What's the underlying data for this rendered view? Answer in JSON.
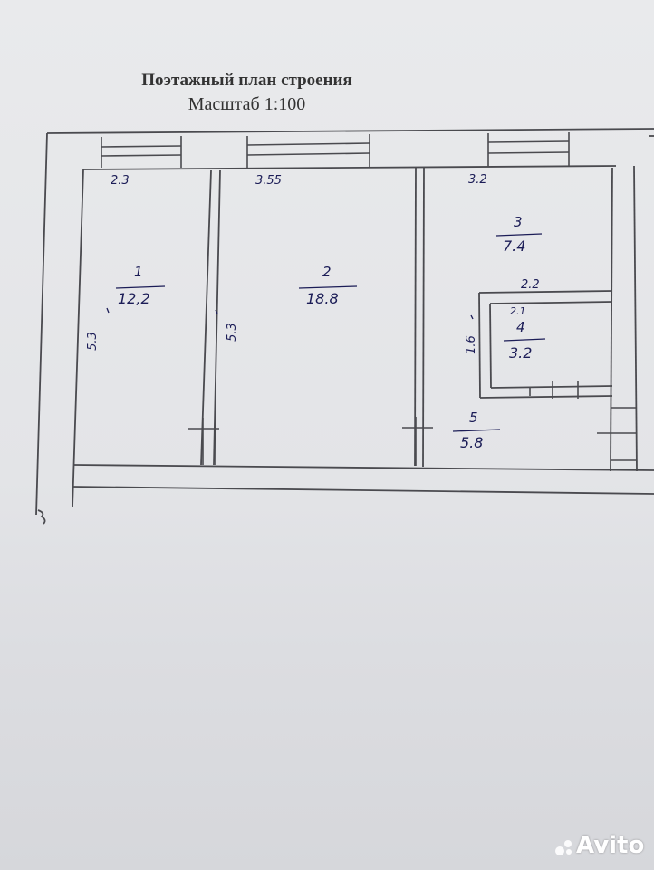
{
  "title": "Поэтажный план строения",
  "scale": "Масштаб 1:100",
  "rooms": [
    {
      "id": "1",
      "area": "12,2"
    },
    {
      "id": "2",
      "area": "18.8"
    },
    {
      "id": "3",
      "area": "7.4"
    },
    {
      "id": "4",
      "area": "3.2"
    },
    {
      "id": "5",
      "area": "5.8"
    }
  ],
  "dimensions": {
    "room1_width": "2.3",
    "room2_width": "3.55",
    "room3_width": "3.2",
    "room1_depth": "5.3",
    "room2_depth": "5.3",
    "room4_width_outer": "2.2",
    "room4_width_inner": "2.1",
    "room4_depth": "1.6"
  },
  "watermark": "Avito",
  "colors": {
    "ink": "#1c1d57",
    "wall": "#4a4a4f",
    "paper": "#e6e7ea"
  }
}
